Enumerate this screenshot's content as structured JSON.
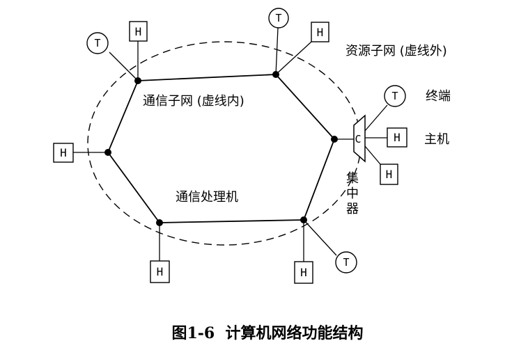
{
  "labels": {
    "resource_subnet": "资源子网 (虚线外)",
    "comm_subnet": "通信子网 (虚线内)",
    "terminal": "终端",
    "host": "主机",
    "concentrator_1": "集",
    "concentrator_2": "中",
    "concentrator_3": "器",
    "comm_processor": "通信处理机"
  },
  "symbols": {
    "host": "H",
    "terminal": "T",
    "concentrator": "C"
  },
  "caption": "图1-6  计算机网络功能结构"
}
